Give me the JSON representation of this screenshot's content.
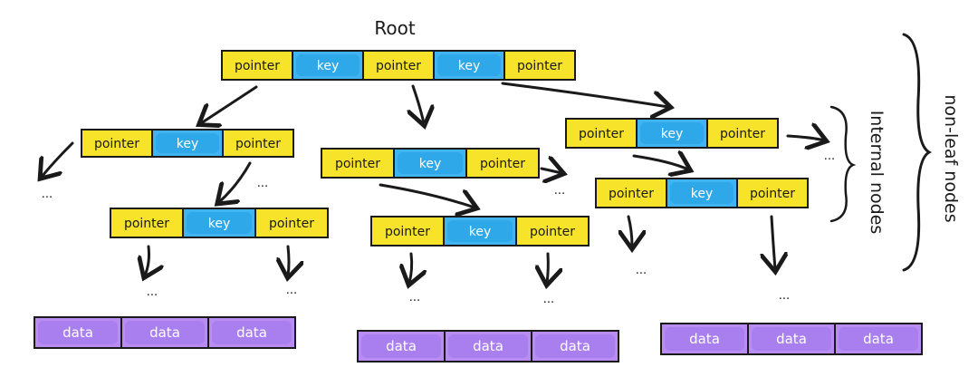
{
  "title": "Root",
  "labels": {
    "internal_nodes": "Internal nodes",
    "non_leaf_nodes": "non-leaf nodes",
    "ellipsis": "..."
  },
  "cell_text": {
    "pointer": "pointer",
    "key": "key",
    "data": "data"
  },
  "colors": {
    "pointer": "#f7e42a",
    "key": "#3fb4f0",
    "data": "#b98cf2",
    "stroke": "#1a1a1a",
    "background": "#ffffff"
  },
  "nodes": [
    {
      "id": "root",
      "cells": [
        "pointer",
        "key",
        "pointer",
        "key",
        "pointer"
      ]
    },
    {
      "id": "left-internal",
      "cells": [
        "pointer",
        "key",
        "pointer"
      ]
    },
    {
      "id": "middle-internal",
      "cells": [
        "pointer",
        "key",
        "pointer"
      ]
    },
    {
      "id": "right-internal",
      "cells": [
        "pointer",
        "key",
        "pointer"
      ]
    },
    {
      "id": "left-lower",
      "cells": [
        "pointer",
        "key",
        "pointer"
      ]
    },
    {
      "id": "middle-lower",
      "cells": [
        "pointer",
        "key",
        "pointer"
      ]
    },
    {
      "id": "right-lower",
      "cells": [
        "pointer",
        "key",
        "pointer"
      ]
    },
    {
      "id": "leaf-left",
      "cells": [
        "data",
        "data",
        "data"
      ]
    },
    {
      "id": "leaf-middle",
      "cells": [
        "data",
        "data",
        "data"
      ]
    },
    {
      "id": "leaf-right",
      "cells": [
        "data",
        "data",
        "data"
      ]
    }
  ]
}
